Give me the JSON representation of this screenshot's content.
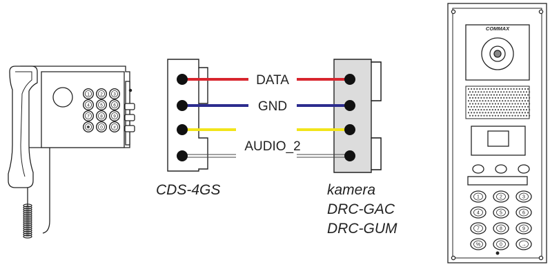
{
  "diagram": {
    "left_module": {
      "label": "CDS-4GS"
    },
    "right_module": {
      "label_lines": [
        "kamera",
        "DRC-GAC",
        "DRC-GUM"
      ]
    },
    "wires": [
      {
        "label": "DATA",
        "color": "#d8262e"
      },
      {
        "label": "GND",
        "color": "#2c2c8e"
      },
      {
        "label": "",
        "color": "#f2e51a"
      },
      {
        "label": "AUDIO_2",
        "color": "#ffffff"
      }
    ],
    "camera_panel": {
      "brand": "COMMAX",
      "keypad": [
        "1",
        "2",
        "3",
        "4",
        "5",
        "6",
        "7",
        "8",
        "9",
        "%",
        "0",
        "→"
      ]
    },
    "handset": {
      "keypad": [
        "1",
        "2",
        "3",
        "4",
        "5",
        "6",
        "7",
        "8",
        "9",
        "✱",
        "0",
        "#"
      ]
    }
  }
}
